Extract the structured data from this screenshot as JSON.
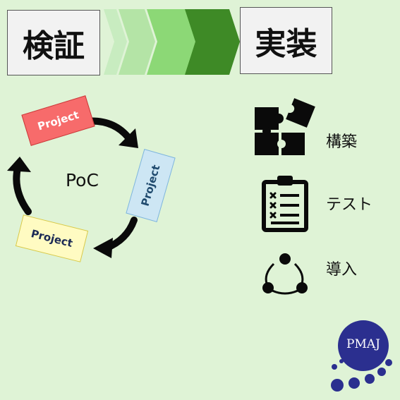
{
  "header": {
    "left_label": "検証",
    "right_label": "実装",
    "chevron_colors": [
      "#c8ecc0",
      "#b4e4a6",
      "#8cd876",
      "#3e8a26"
    ]
  },
  "cycle": {
    "center_label": "PoC",
    "cards": [
      {
        "label": "Project",
        "color": "#f76b6b",
        "text_color": "#ffffff"
      },
      {
        "label": "Project",
        "color": "#cde6f4",
        "text_color": "#1f4a6e"
      },
      {
        "label": "Project",
        "color": "#fffbc2",
        "text_color": "#1c2a55"
      }
    ]
  },
  "steps": [
    {
      "icon": "puzzle-icon",
      "label": "構築"
    },
    {
      "icon": "checklist-icon",
      "label": "テスト"
    },
    {
      "icon": "network-icon",
      "label": "導入"
    }
  ],
  "logo": {
    "text": "PMAJ",
    "color": "#2b2f8f"
  }
}
